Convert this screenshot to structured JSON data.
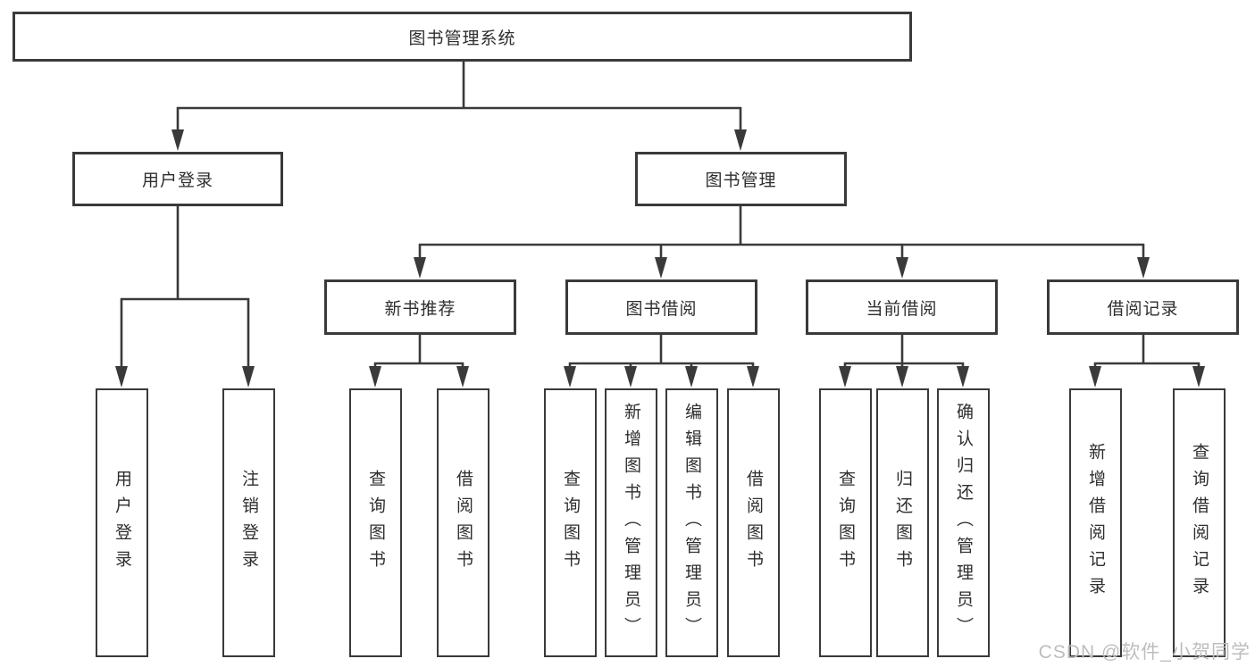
{
  "diagram": {
    "root": {
      "label": "图书管理系统"
    },
    "branches": [
      {
        "label": "用户登录",
        "children": [
          {
            "label": "用户登录"
          },
          {
            "label": "注销登录"
          }
        ]
      },
      {
        "label": "图书管理",
        "children": [
          {
            "label": "新书推荐",
            "children": [
              {
                "label": "查询图书"
              },
              {
                "label": "借阅图书"
              }
            ]
          },
          {
            "label": "图书借阅",
            "children": [
              {
                "label": "查询图书"
              },
              {
                "label": "新增图书（管理员）"
              },
              {
                "label": "编辑图书（管理员）"
              },
              {
                "label": "借阅图书"
              }
            ]
          },
          {
            "label": "当前借阅",
            "children": [
              {
                "label": "查询图书"
              },
              {
                "label": "归还图书"
              },
              {
                "label": "确认归还（管理员）"
              }
            ]
          },
          {
            "label": "借阅记录",
            "children": [
              {
                "label": "新增借阅记录"
              },
              {
                "label": "查询借阅记录"
              }
            ]
          }
        ]
      }
    ]
  },
  "style": {
    "line_color": "#3a3a3a",
    "text_color": "#2e2e2e",
    "background": "#ffffff",
    "watermark_color": "#bdbdbd"
  },
  "watermark": {
    "text": "CSDN @软件_小贺同学"
  }
}
